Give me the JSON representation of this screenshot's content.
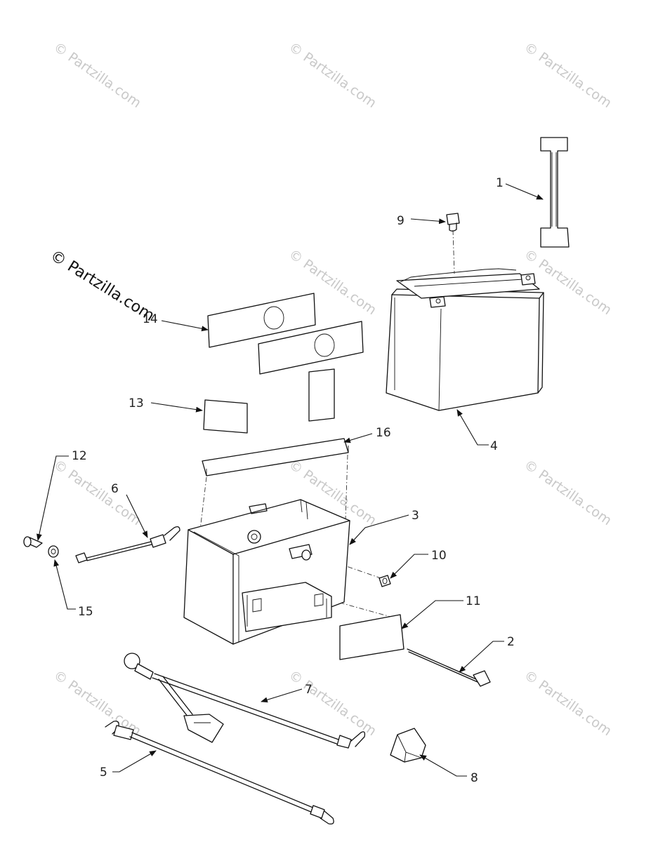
{
  "watermark": {
    "text": "© Partzilla.com",
    "prominent_text": "© Partzilla.com"
  },
  "callouts": {
    "c1": "1",
    "c2": "2",
    "c3": "3",
    "c4": "4",
    "c5": "5",
    "c6": "6",
    "c7": "7",
    "c8": "8",
    "c9": "9",
    "c10": "10",
    "c11": "11",
    "c12": "12",
    "c13": "13",
    "c14": "14",
    "c15": "15",
    "c16": "16"
  }
}
